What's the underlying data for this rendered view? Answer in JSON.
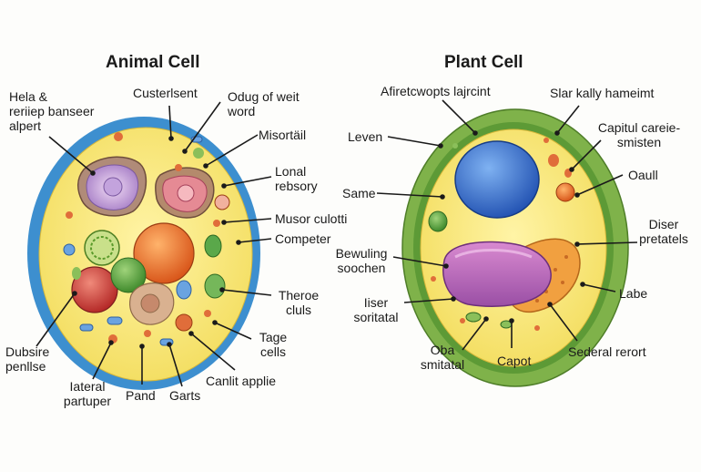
{
  "animal_cell": {
    "title": "Animal Cell",
    "labels": {
      "hela": "Hela &\nreriiep banseer\nalpert",
      "custerlsent": "Custerlsent",
      "odug": "Odug of weit\nword",
      "misortail": "Misortäil",
      "lonal": "Lonal\nrebsory",
      "musor": "Musor culotti",
      "competer": "Competer",
      "theroe": "Theroe\ncluls",
      "tage": "Tage\ncells",
      "canlit": "Canlit applie",
      "dubsire": "Dubsire\npenllse",
      "iateral": "Iateral\npartuper",
      "pand": "Pand",
      "garts": "Garts"
    }
  },
  "plant_cell": {
    "title": "Plant Cell",
    "labels": {
      "afiretc": "Afiretcwopts lajrcint",
      "slar": "Slar kally hameimt",
      "leven": "Leven",
      "capitul": "Capitul careie-\nsmisten",
      "oaull": "Oaull",
      "same": "Same",
      "diser": "Diser\npretatels",
      "bewuling": "Bewuling\nsoochen",
      "labe": "Labe",
      "iiser": "Iiser\nsoritatal",
      "oba": "Oba\nsmitatal",
      "capot": "Capot",
      "sederal": "Sederal rerort"
    }
  }
}
